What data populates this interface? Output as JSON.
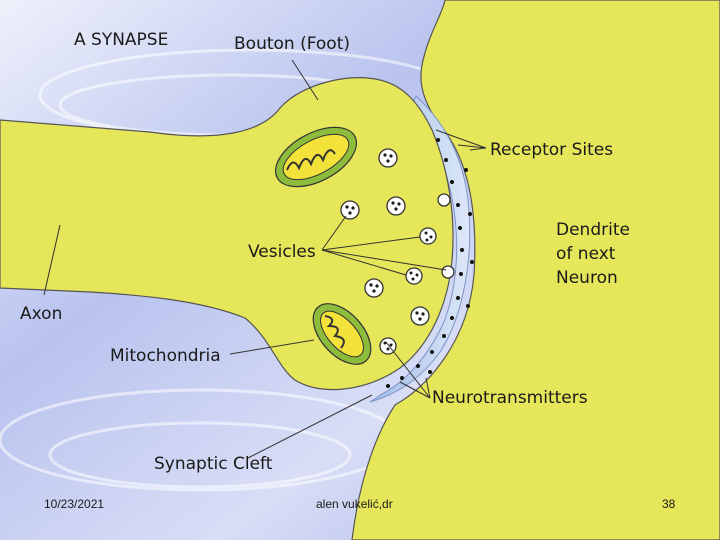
{
  "slide": {
    "title": "A SYNAPSE",
    "labels": {
      "bouton": "Bouton (Foot)",
      "receptor_sites": "Receptor Sites",
      "dendrite": "Dendrite\nof next\nNeuron",
      "vesicles": "Vesicles",
      "axon": "Axon",
      "mitochondria": "Mitochondria",
      "neurotransmitters": "Neurotransmitters",
      "synaptic_cleft": "Synaptic Cleft"
    },
    "footer": {
      "date": "10/23/2021",
      "author": "alen vukelić,dr",
      "page_number": "38"
    }
  },
  "colors": {
    "background_blue": "#c8d0f0",
    "tissue_yellow": "#e6e65a",
    "mitochondria_green": "#8dbb3c",
    "cleft_blue": "#b4cdf0"
  }
}
